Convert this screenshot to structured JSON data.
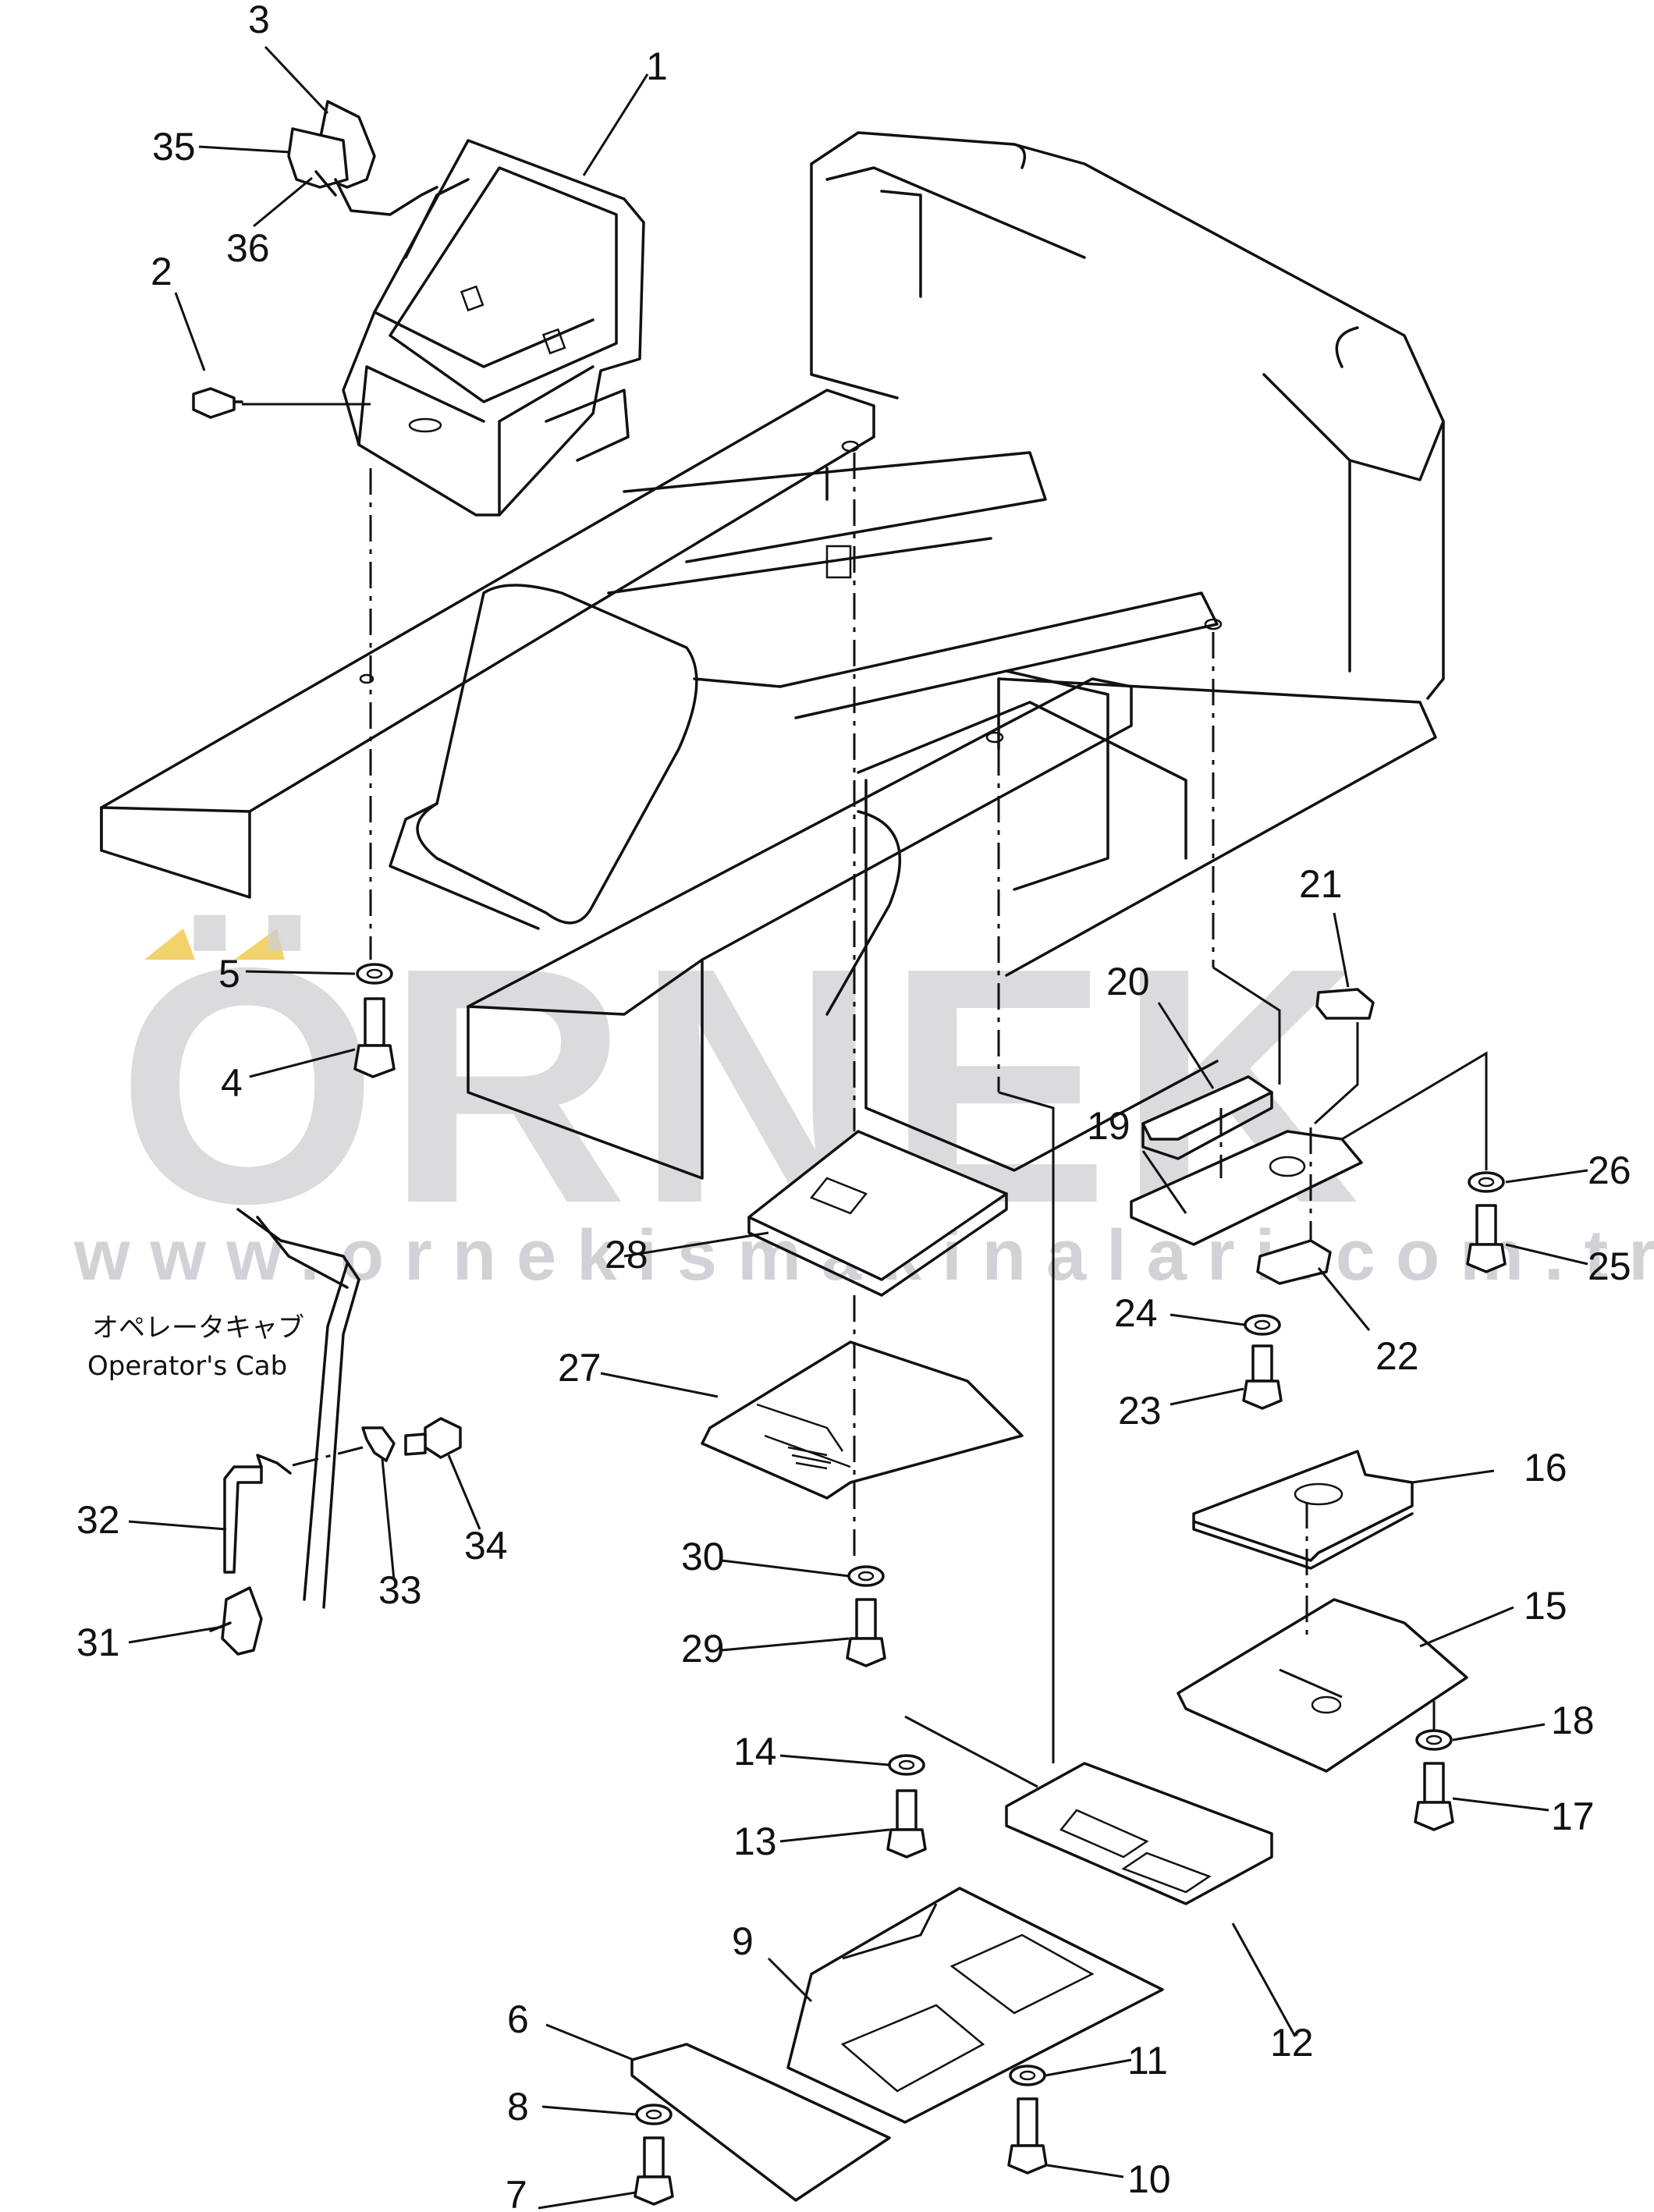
{
  "watermark": {
    "brand": "ÖRNEK",
    "url": "www.ornekismakinalari.com.tr"
  },
  "cab_label": {
    "jp": "オペレータキャブ",
    "en": "Operator's Cab"
  },
  "callouts": [
    "1",
    "2",
    "3",
    "4",
    "5",
    "6",
    "7",
    "8",
    "9",
    "10",
    "11",
    "12",
    "13",
    "14",
    "15",
    "16",
    "17",
    "18",
    "19",
    "20",
    "21",
    "22",
    "23",
    "24",
    "25",
    "26",
    "27",
    "28",
    "29",
    "30",
    "31",
    "32",
    "33",
    "34",
    "35",
    "36"
  ],
  "colors": {
    "line": "#111111",
    "watermark_gray": "#cfcfd4",
    "watermark_accent": "#f2d36b"
  }
}
